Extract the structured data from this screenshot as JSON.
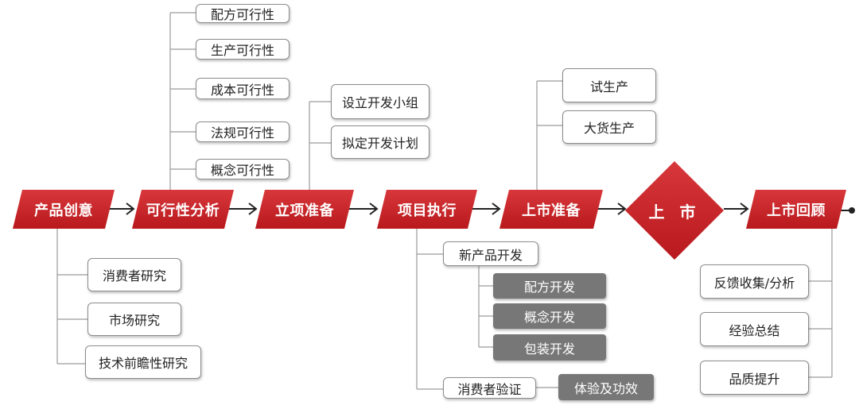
{
  "stages": [
    "产品创意",
    "可行性分析",
    "立项准备",
    "项目执行",
    "上市准备",
    "上 市",
    "上市回顾"
  ],
  "idea_items": [
    "消费者研究",
    "市场研究",
    "技术前瞻性研究"
  ],
  "feasibility_items": [
    "配方可行性",
    "生产可行性",
    "成本可行性",
    "法规可行性",
    "概念可行性"
  ],
  "prep_items": [
    "设立开发小组",
    "拟定开发计划"
  ],
  "execution": {
    "new_product": "新产品开发",
    "sub_items": [
      "配方开发",
      "概念开发",
      "包装开发"
    ],
    "validation": "消费者验证",
    "validation_item": "体验及功效"
  },
  "launch_prep_items": [
    "试生产",
    "大货生产"
  ],
  "review_items": [
    "反馈收集/分析",
    "经验总结",
    "品质提升"
  ],
  "colors": {
    "stage_red": "#c8262a",
    "connector": "#9a9a9a",
    "gray_box": "#777777"
  }
}
